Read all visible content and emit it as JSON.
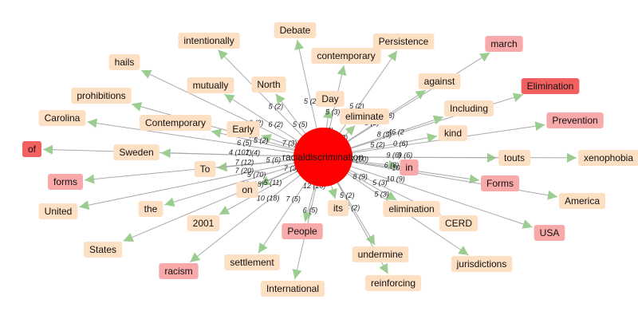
{
  "colors": {
    "hub": "#ff0000",
    "node_default": "#fde0c4",
    "node_pink": "#f8a9a9",
    "node_red": "#f36060",
    "edge": "#a9a9a9",
    "arrow": "#9acd8f"
  },
  "hub": {
    "label": "racialdiscrimination"
  },
  "nodes": [
    {
      "id": "debate",
      "label": "Debate",
      "tone": "default"
    },
    {
      "id": "intentionally",
      "label": "intentionally",
      "tone": "default"
    },
    {
      "id": "persistence",
      "label": "Persistence",
      "tone": "default"
    },
    {
      "id": "march",
      "label": "march",
      "tone": "pink"
    },
    {
      "id": "hails",
      "label": "hails",
      "tone": "default"
    },
    {
      "id": "contemporary_lc",
      "label": "contemporary",
      "tone": "default"
    },
    {
      "id": "elimination_cap",
      "label": "Elimination",
      "tone": "red"
    },
    {
      "id": "mutually",
      "label": "mutually",
      "tone": "default"
    },
    {
      "id": "north",
      "label": "North",
      "tone": "default"
    },
    {
      "id": "against",
      "label": "against",
      "tone": "default"
    },
    {
      "id": "prohibitions",
      "label": "prohibitions",
      "tone": "default"
    },
    {
      "id": "day",
      "label": "Day",
      "tone": "default"
    },
    {
      "id": "including",
      "label": "Including",
      "tone": "default"
    },
    {
      "id": "carolina",
      "label": "Carolina",
      "tone": "default"
    },
    {
      "id": "contemporary_cap",
      "label": "Contemporary",
      "tone": "default"
    },
    {
      "id": "eliminate",
      "label": "eliminate",
      "tone": "default"
    },
    {
      "id": "prevention",
      "label": "Prevention",
      "tone": "pink"
    },
    {
      "id": "early",
      "label": "Early",
      "tone": "default"
    },
    {
      "id": "kind",
      "label": "kind",
      "tone": "default"
    },
    {
      "id": "of",
      "label": "of",
      "tone": "red"
    },
    {
      "id": "sweden",
      "label": "Sweden",
      "tone": "default"
    },
    {
      "id": "touts",
      "label": "touts",
      "tone": "default"
    },
    {
      "id": "xenophobia",
      "label": "xenophobia",
      "tone": "default"
    },
    {
      "id": "to",
      "label": "To",
      "tone": "default"
    },
    {
      "id": "in",
      "label": "in",
      "tone": "pink"
    },
    {
      "id": "forms_lc",
      "label": "forms",
      "tone": "pink"
    },
    {
      "id": "forms_cap",
      "label": "Forms",
      "tone": "pink"
    },
    {
      "id": "on",
      "label": "on",
      "tone": "default"
    },
    {
      "id": "america",
      "label": "America",
      "tone": "default"
    },
    {
      "id": "united",
      "label": "United",
      "tone": "default"
    },
    {
      "id": "the",
      "label": "the",
      "tone": "default"
    },
    {
      "id": "its",
      "label": "its",
      "tone": "default"
    },
    {
      "id": "elimination_lc",
      "label": "elimination",
      "tone": "default"
    },
    {
      "id": "usa",
      "label": "USA",
      "tone": "pink"
    },
    {
      "id": "n2001",
      "label": "2001",
      "tone": "default"
    },
    {
      "id": "cerd",
      "label": "CERD",
      "tone": "default"
    },
    {
      "id": "people",
      "label": "People",
      "tone": "pink"
    },
    {
      "id": "states",
      "label": "States",
      "tone": "default"
    },
    {
      "id": "settlement",
      "label": "settlement",
      "tone": "default"
    },
    {
      "id": "undermine",
      "label": "undermine",
      "tone": "default"
    },
    {
      "id": "jurisdictions",
      "label": "jurisdictions",
      "tone": "default"
    },
    {
      "id": "racism",
      "label": "racism",
      "tone": "pink"
    },
    {
      "id": "reinforcing",
      "label": "reinforcing",
      "tone": "default"
    },
    {
      "id": "international",
      "label": "International",
      "tone": "default"
    }
  ],
  "edges": [
    {
      "target": "debate",
      "label": "5 (2)"
    },
    {
      "target": "intentionally",
      "label": "5 (2)"
    },
    {
      "target": "persistence",
      "label": "5 (2)"
    },
    {
      "target": "march",
      "label": "10 (6)"
    },
    {
      "target": "hails",
      "label": "6 (2)"
    },
    {
      "target": "contemporary_lc",
      "label": "5 (3)"
    },
    {
      "target": "elimination_cap",
      "label": "46 (2"
    },
    {
      "target": "mutually",
      "label": "6 (2)"
    },
    {
      "target": "north",
      "label": "5 (5)"
    },
    {
      "target": "against",
      "label": "8 (3)"
    },
    {
      "target": "prohibitions",
      "label": "6 (5)"
    },
    {
      "target": "day",
      "label": "8 (8)"
    },
    {
      "target": "including",
      "label": "8 (5)"
    },
    {
      "target": "carolina",
      "label": "6 (5)"
    },
    {
      "target": "contemporary_cap",
      "label": "5 (2)"
    },
    {
      "target": "eliminate",
      "label": "5 (2)"
    },
    {
      "target": "prevention",
      "label": "0 (6)"
    },
    {
      "target": "early",
      "label": "7 (3)"
    },
    {
      "target": "kind",
      "label": "5 (2)"
    },
    {
      "target": "of",
      "label": "4 (101)"
    },
    {
      "target": "sweden",
      "label": "7 (4)"
    },
    {
      "target": "touts",
      "label": "9 (6)"
    },
    {
      "target": "xenophobia",
      "label": "9 (6)"
    },
    {
      "target": "to",
      "label": "5 (6)"
    },
    {
      "target": "in",
      "label": "6 (60)"
    },
    {
      "target": "forms_lc",
      "label": "7 (12)"
    },
    {
      "target": "forms_cap",
      "label": "6 (8)"
    },
    {
      "target": "on",
      "label": "7 (3)"
    },
    {
      "target": "america",
      "label": "10 (9)"
    },
    {
      "target": "united",
      "label": "7 (20)"
    },
    {
      "target": "the",
      "label": "5 (70)"
    },
    {
      "target": "its",
      "label": "7 (10)"
    },
    {
      "target": "elimination_lc",
      "label": "8 (9)"
    },
    {
      "target": "usa",
      "label": "10 (9)"
    },
    {
      "target": "n2001",
      "label": "5 (11)"
    },
    {
      "target": "cerd",
      "label": "5 (3)"
    },
    {
      "target": "people",
      "label": "12 (10)"
    },
    {
      "target": "states",
      "label": "10 (18)"
    },
    {
      "target": "settlement",
      "label": "7 (5)"
    },
    {
      "target": "undermine",
      "label": "5 (2)"
    },
    {
      "target": "jurisdictions",
      "label": "5 (3)"
    },
    {
      "target": "racism",
      "label": "10 (18)"
    },
    {
      "target": "reinforcing",
      "label": "5 (2)"
    },
    {
      "target": "international",
      "label": "6 (5)"
    }
  ]
}
